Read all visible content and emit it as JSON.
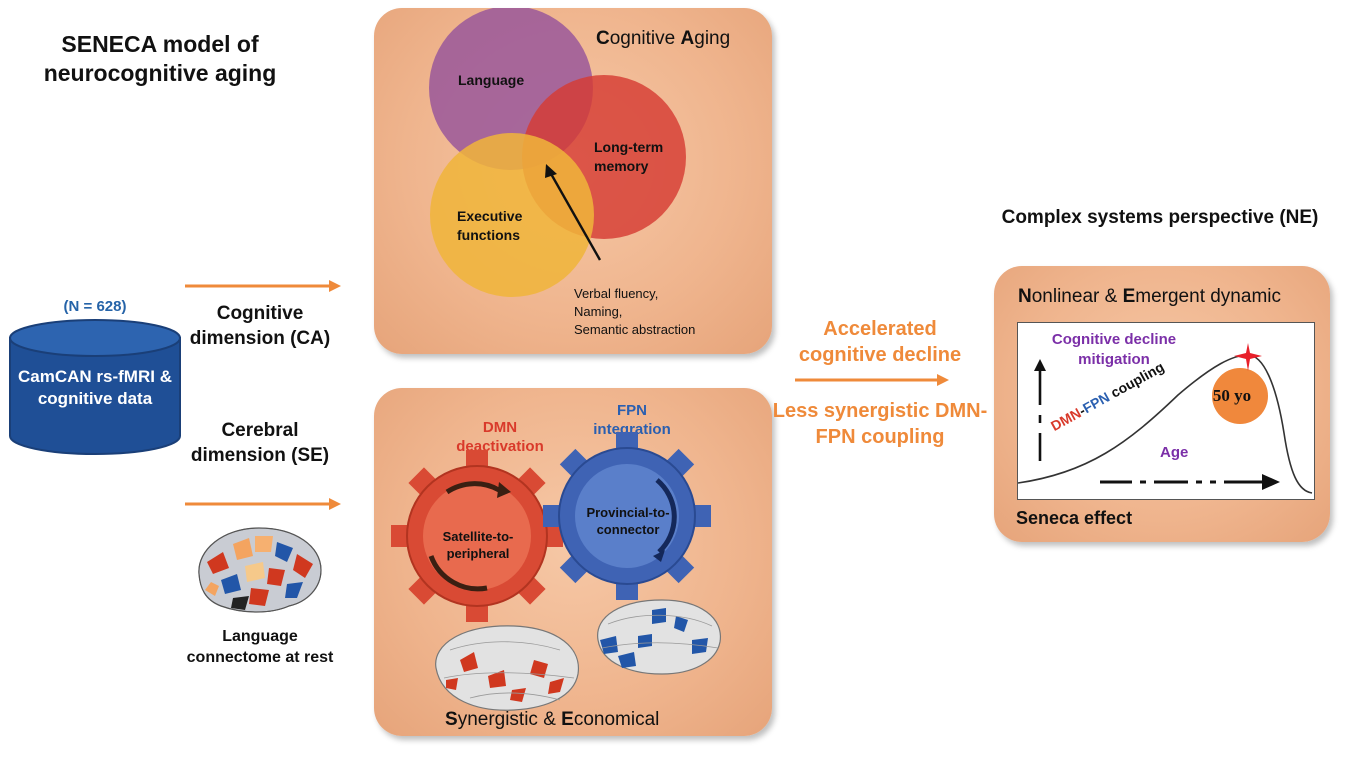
{
  "title": "SENECA model of neurocognitive aging",
  "sample": {
    "n_label": "(N = 628)",
    "db_text": "CamCAN rs-fMRI & cognitive data"
  },
  "cognitive_dim": {
    "label": "Cognitive dimension (CA)"
  },
  "cerebral_dim": {
    "label": "Cerebral dimension (SE)"
  },
  "language_connectome": "Language connectome at rest",
  "ca_panel": {
    "head_c": "C",
    "head_rest1": "ognitive ",
    "head_a": "A",
    "head_rest2": "ging",
    "language": "Language",
    "ltm": "Long-term memory",
    "exec": "Executive functions",
    "tasks": [
      "Verbal fluency,",
      "Naming,",
      "Semantic abstraction"
    ]
  },
  "se_panel": {
    "dmn": "DMN deactivation",
    "fpn": "FPN integration",
    "gear_left": "Satellite-to-peripheral",
    "gear_right": "Provincial-to-connector",
    "foot_s": "S",
    "foot_rest1": "ynergistic & ",
    "foot_e": "E",
    "foot_rest2": "conomical"
  },
  "middle": {
    "accelerated": "Accelerated cognitive decline",
    "less_syn": "Less synergistic DMN-FPN coupling"
  },
  "perspective": {
    "title": "Complex systems perspective (NE)"
  },
  "ne_panel": {
    "head_n": "N",
    "head_rest1": "onlinear & ",
    "head_e": "E",
    "head_rest2": "mergent dynamic",
    "footer": "Seneca effect",
    "decline_label": "Cognitive decline mitigation",
    "curve_dmn": "DMN",
    "curve_dash": "-",
    "curve_fpn": "FPN",
    "curve_coupling": " coupling",
    "age_label": "Age",
    "badge": "50 yo"
  },
  "colors": {
    "accent": "#ef8a3a",
    "dmn": "#d93a2b",
    "fpn": "#2a5fb0",
    "purple": "#7b2fa8",
    "db_blue": "#1f4f96"
  }
}
